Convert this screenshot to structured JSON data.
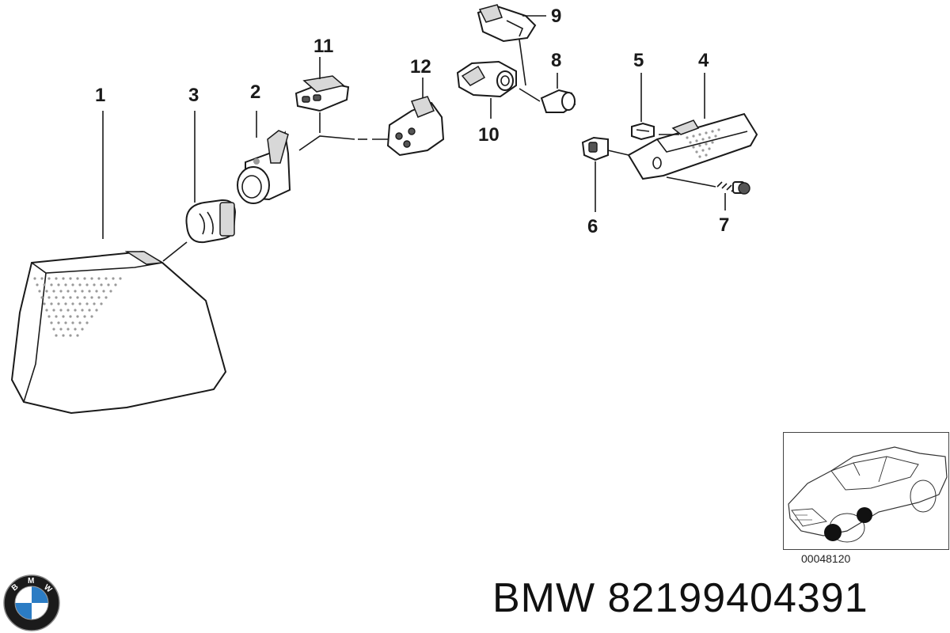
{
  "diagram": {
    "callouts": {
      "p1": "1",
      "p2": "2",
      "p3": "3",
      "p4": "4",
      "p5": "5",
      "p6": "6",
      "p7": "7",
      "p8": "8",
      "p9": "9",
      "p10": "10",
      "p11": "11",
      "p12": "12"
    },
    "inset_code": "00048120"
  },
  "footer": {
    "brand_text": "BMW 82199404391"
  },
  "logo": {
    "letters": [
      "B",
      "M",
      "W"
    ],
    "colors": {
      "blue": "#2b7cc4",
      "white": "#ffffff",
      "ring": "#1b1b1b"
    }
  },
  "icons": [
    "bmw-roundel-icon"
  ]
}
